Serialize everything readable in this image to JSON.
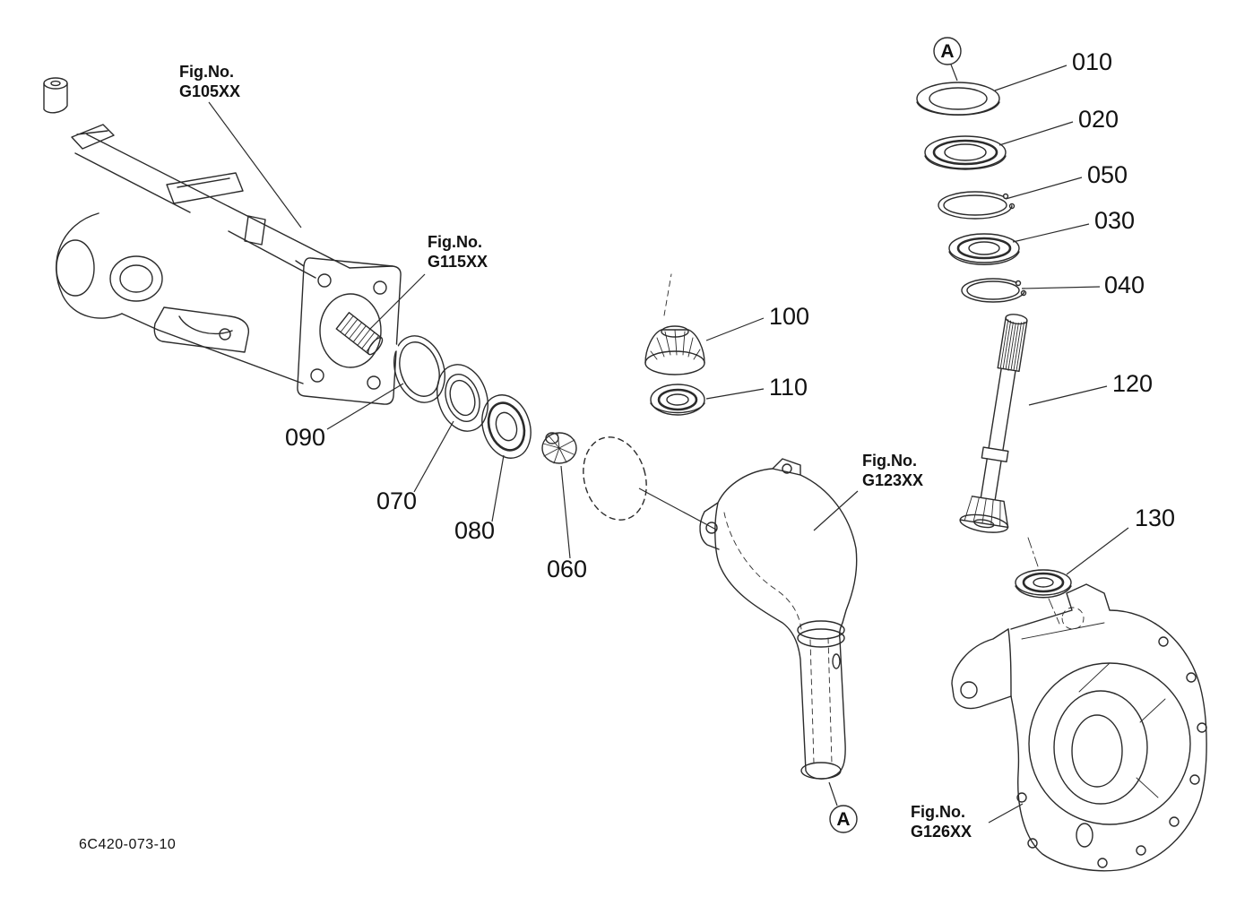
{
  "page": {
    "background": "#ffffff",
    "line_color": "#2b2b2b",
    "text_color": "#111111"
  },
  "drawing_number": "6C420-073-10",
  "fig_refs": [
    {
      "id": "G105XX",
      "line1": "Fig.No.",
      "line2": "G105XX"
    },
    {
      "id": "G115XX",
      "line1": "Fig.No.",
      "line2": "G115XX"
    },
    {
      "id": "G123XX",
      "line1": "Fig.No.",
      "line2": "G123XX"
    },
    {
      "id": "G126XX",
      "line1": "Fig.No.",
      "line2": "G126XX"
    }
  ],
  "callouts": [
    {
      "label": "010"
    },
    {
      "label": "020"
    },
    {
      "label": "050"
    },
    {
      "label": "030"
    },
    {
      "label": "040"
    },
    {
      "label": "120"
    },
    {
      "label": "130"
    },
    {
      "label": "100"
    },
    {
      "label": "110"
    },
    {
      "label": "090"
    },
    {
      "label": "070"
    },
    {
      "label": "080"
    },
    {
      "label": "060"
    }
  ],
  "markers": [
    {
      "label": "A"
    },
    {
      "label": "A"
    }
  ]
}
